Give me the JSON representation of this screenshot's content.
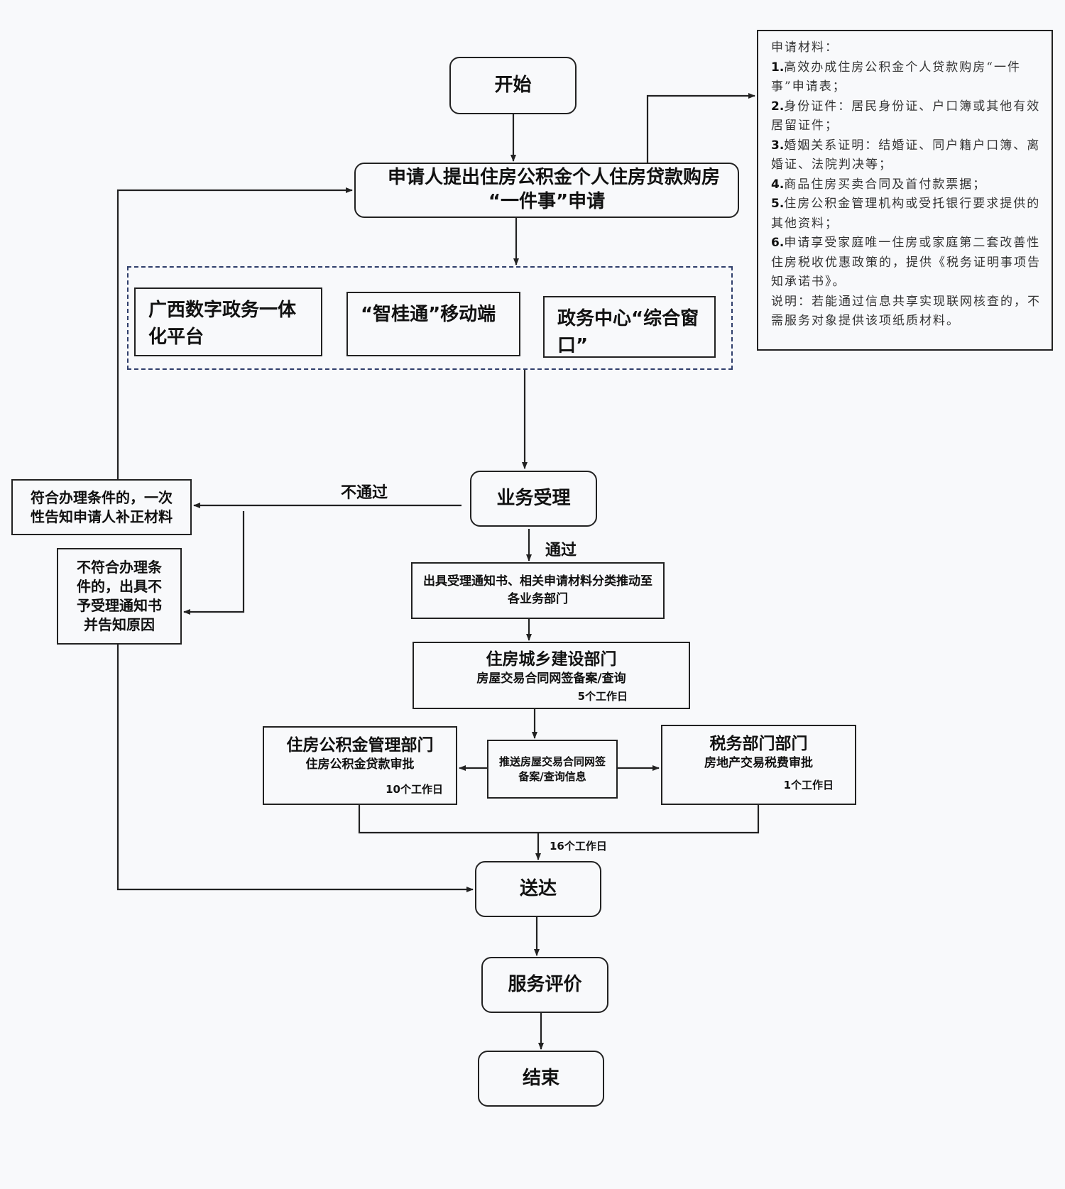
{
  "nodes": {
    "start": "开始",
    "apply_line1": "申请人提出住房公积金个人住房贷款购房",
    "apply_line2": "“一件事”申请",
    "channels": [
      {
        "text": "广西数字政务一体化平台"
      },
      {
        "text": "“智桂通”移动端"
      },
      {
        "text": "政务中心“综合窗口”"
      }
    ],
    "accept": "业务受理",
    "supplement": "符合办理条件的，一次性告知申请人补正材料",
    "reject": "不符合办理条件的，出具不予受理通知书并告知原因",
    "notice": "出具受理通知书、相关申请材料分类推动至各业务部门",
    "housing_dept": {
      "title": "住房城乡建设部门",
      "subtitle": "房屋交易合同网签备案/查询",
      "days": "5个工作日"
    },
    "push_info": "推送房屋交易合同网签备案/查询信息",
    "fund_dept": {
      "title": "住房公积金管理部门",
      "subtitle": "住房公积金贷款审批",
      "days": "10个工作日"
    },
    "tax_dept": {
      "title": "税务部门部门",
      "subtitle": "房地产交易税费审批",
      "days": "1个工作日"
    },
    "deliver": "送达",
    "evaluate": "服务评价",
    "end": "结束"
  },
  "edge_labels": {
    "fail": "不通过",
    "pass": "通过",
    "total_days": "16个工作日"
  },
  "materials": {
    "title": "申请材料：",
    "items": [
      {
        "num": "1.",
        "text": "高效办成住房公积金个人贷款购房“一件事”申请表；"
      },
      {
        "num": "2.",
        "text": "身份证件：居民身份证、户口簿或其他有效居留证件；"
      },
      {
        "num": "3.",
        "text": "婚姻关系证明：结婚证、同户籍户口簿、离婚证、法院判决等；"
      },
      {
        "num": "4.",
        "text": "商品住房买卖合同及首付款票据；"
      },
      {
        "num": "5.",
        "text": "住房公积金管理机构或受托银行要求提供的其他资料；"
      },
      {
        "num": "6.",
        "text": "申请享受家庭唯一住房或家庭第二套改善性住房税收优惠政策的，提供《税务证明事项告知承诺书》。"
      }
    ],
    "note": "说明：若能通过信息共享实现联网核查的，不需服务对象提供该项纸质材料。"
  },
  "colors": {
    "background": "#f8f9fb",
    "line": "#222222",
    "dashed_border": "#2f3e6b"
  }
}
